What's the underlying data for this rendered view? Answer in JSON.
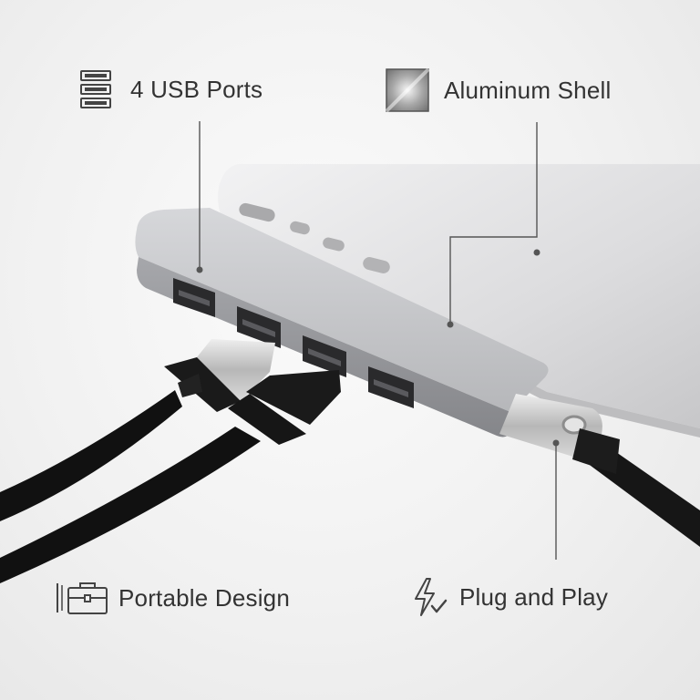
{
  "features": {
    "usb_ports": {
      "label": "4 USB Ports",
      "icon": "stacked-ports-icon"
    },
    "aluminum_shell": {
      "label": "Aluminum Shell",
      "icon": "brushed-metal-swatch-icon"
    },
    "portable_design": {
      "label": "Portable Design",
      "icon": "briefcase-icon"
    },
    "plug_and_play": {
      "label": "Plug and Play",
      "icon": "lightning-check-icon"
    }
  },
  "colors": {
    "text": "#333333",
    "hub_body": "#b9babd",
    "laptop": "#d4d4d6",
    "cable": "#161616",
    "callout_line": "#555555"
  }
}
